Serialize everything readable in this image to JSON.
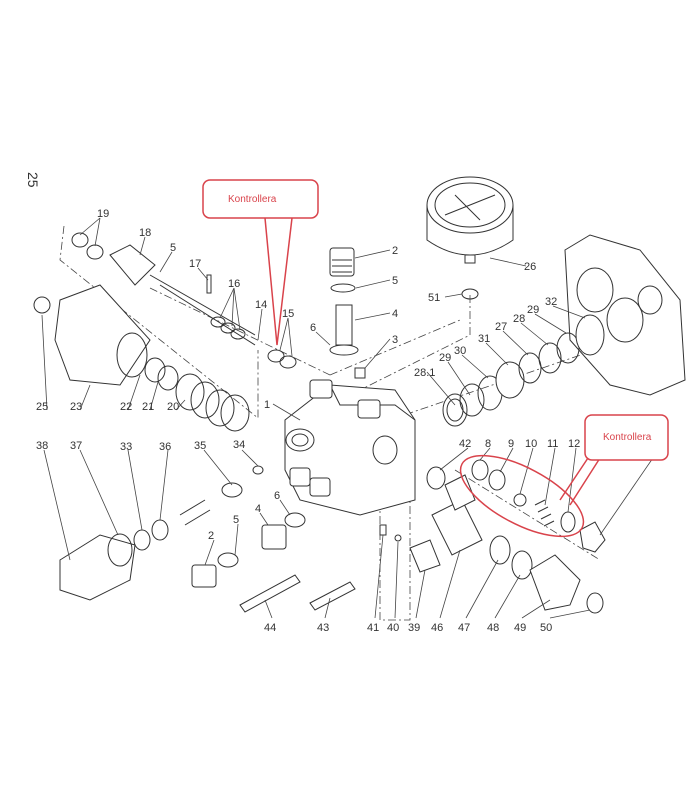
{
  "page_number": "25",
  "callouts": [
    {
      "text": "Kontrollera"
    },
    {
      "text": "Kontrollera"
    }
  ],
  "colors": {
    "callout": "#d9434b",
    "lines": "#333333"
  },
  "labels": {
    "l19": "19",
    "l18": "18",
    "l5a": "5",
    "l17": "17",
    "l16": "16",
    "l14": "14",
    "l15": "15",
    "l6a": "6",
    "l1": "1",
    "l2a": "2",
    "l5b": "5",
    "l4a": "4",
    "l3": "3",
    "l26": "26",
    "l51": "51",
    "l32": "32",
    "l29a": "29",
    "l28": "28",
    "l27": "27",
    "l31": "31",
    "l30": "30",
    "l29b": "29",
    "l281": "28.1",
    "l25": "25",
    "l23": "23",
    "l22": "22",
    "l21": "21",
    "l20": "20",
    "l38": "38",
    "l37": "37",
    "l33": "33",
    "l36": "36",
    "l35": "35",
    "l34": "34",
    "l42": "42",
    "l8": "8",
    "l9": "9",
    "l10": "10",
    "l11": "11",
    "l12": "12",
    "l6b": "6",
    "l5c": "5",
    "l4b": "4",
    "l2b": "2",
    "l44": "44",
    "l43": "43",
    "l41": "41",
    "l40": "40",
    "l39": "39",
    "l46": "46",
    "l47": "47",
    "l48": "48",
    "l49": "49",
    "l50": "50"
  }
}
